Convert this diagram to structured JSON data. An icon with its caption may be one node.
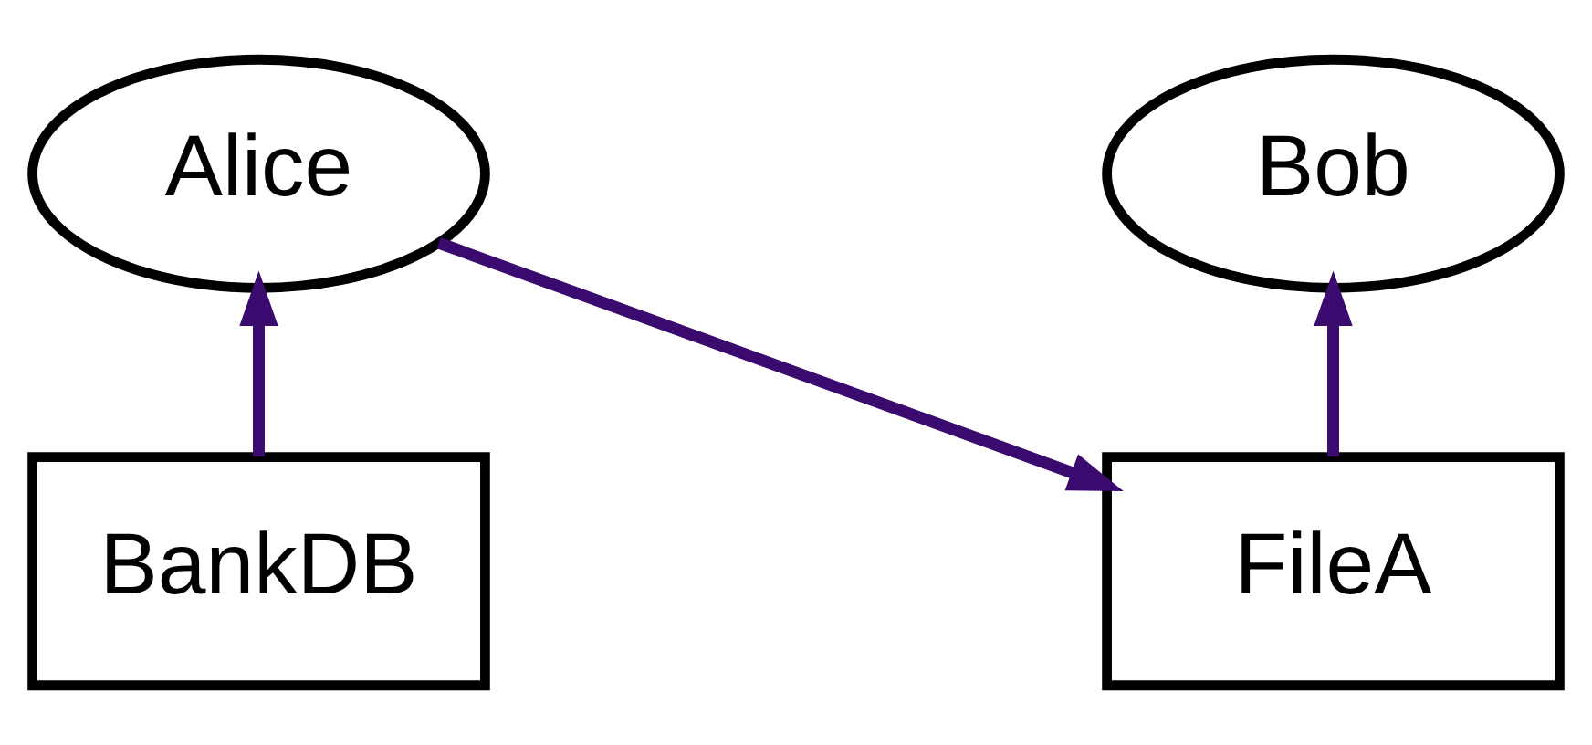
{
  "diagram": {
    "nodes": [
      {
        "text": [
          "Alice"
        ]
      },
      {
        "text": [
          "Bob"
        ]
      },
      {
        "text": [
          "BankDB"
        ]
      },
      {
        "text": [
          "FileA"
        ]
      }
    ],
    "edges": [
      {
        "from": 2,
        "to": 0,
        "arrow": "to"
      },
      {
        "from": 0,
        "to": 3,
        "arrow": "to"
      },
      {
        "from": 3,
        "to": 1,
        "arrow": "to"
      }
    ]
  }
}
